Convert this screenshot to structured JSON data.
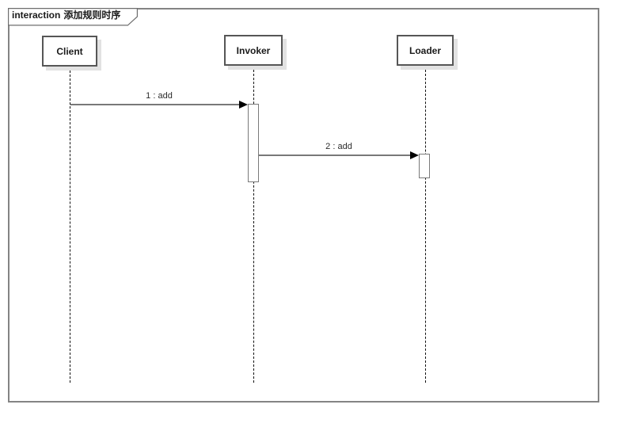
{
  "frame": {
    "keyword": "interaction",
    "title": "添加规则时序"
  },
  "lifelines": [
    {
      "name": "Client"
    },
    {
      "name": "Invoker"
    },
    {
      "name": "Loader"
    }
  ],
  "messages": [
    {
      "seq": "1",
      "label": "1 : add",
      "from": "Client",
      "to": "Invoker"
    },
    {
      "seq": "2",
      "label": "2 : add",
      "from": "Invoker",
      "to": "Loader"
    }
  ],
  "colors": {
    "frame_border": "#848484",
    "box_border": "#565656",
    "box_shadow": "#e2e2e2",
    "lifeline": "#111111",
    "activation_border": "#7a7a7a",
    "message_line": "#787878",
    "arrowhead": "#000000",
    "text": "#1a1a1a",
    "background": "#ffffff"
  }
}
